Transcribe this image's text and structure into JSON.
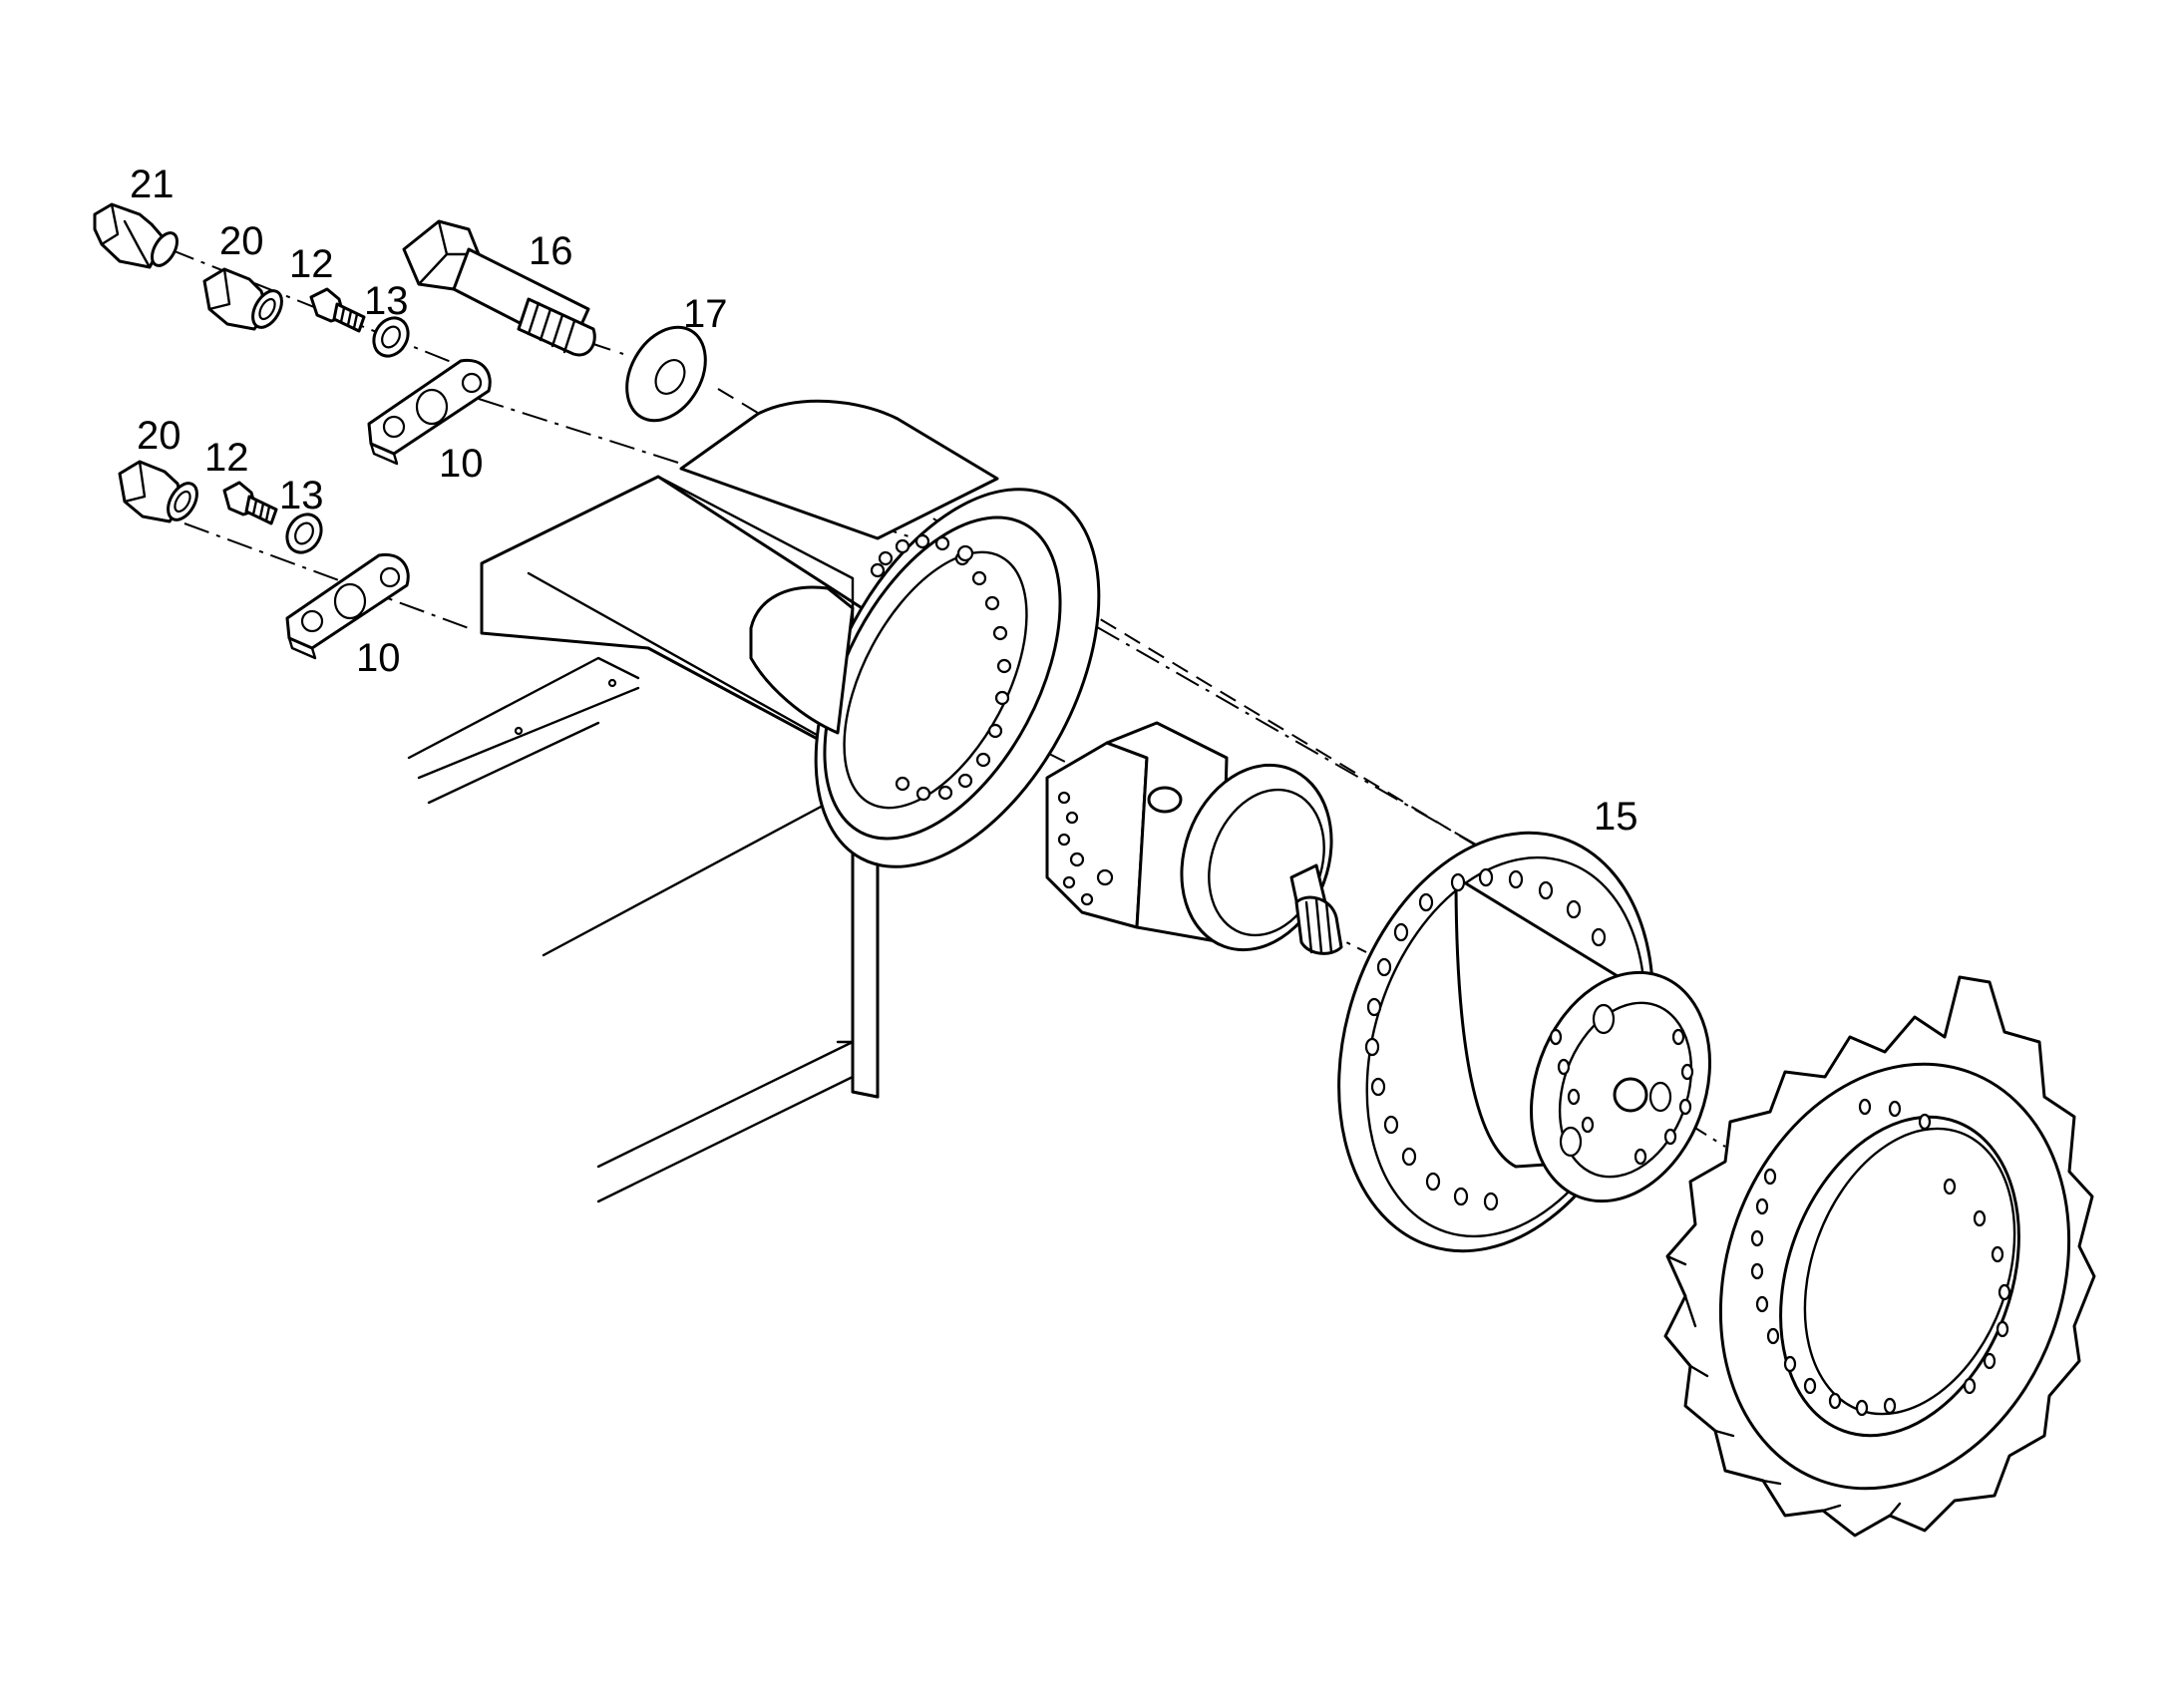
{
  "diagram": {
    "type": "exploded-parts-view",
    "line_color": "#000000",
    "background": "#ffffff",
    "callouts": {
      "c21": "21",
      "c20a": "20",
      "c12a": "12",
      "c13a": "13",
      "c16": "16",
      "c17": "17",
      "c10a": "10",
      "c20b": "20",
      "c12b": "12",
      "c13b": "13",
      "c10b": "10",
      "c15": "15"
    }
  }
}
